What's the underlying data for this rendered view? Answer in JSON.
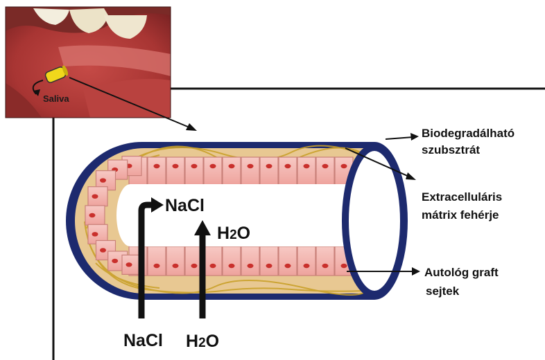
{
  "photo": {
    "saliva_label": "Saliva"
  },
  "labels": {
    "biodegradable_line1": "Biodegradálható",
    "biodegradable_line2": "szubsztrát",
    "ecm_line1": "Extracelluláris",
    "ecm_line2": "mátrix fehérje",
    "graft_line1": "Autológ graft",
    "graft_line2": "sejtek"
  },
  "flows": {
    "nacl_inner": "NaCl",
    "h2o_inner_main": "H",
    "h2o_inner_sub": "2",
    "h2o_inner_tail": "O",
    "nacl_outer": "NaCl",
    "h2o_outer_main": "H",
    "h2o_outer_sub": "2",
    "h2o_outer_tail": "O"
  },
  "colors": {
    "tube_wall": "#1d2a6e",
    "matrix_fiber": "#c9a12a",
    "cell_fill": "#f2b4b0",
    "cell_border": "#c98079",
    "nucleus": "#c9302c",
    "lumen": "#ffffff",
    "frame_line": "#111111"
  }
}
